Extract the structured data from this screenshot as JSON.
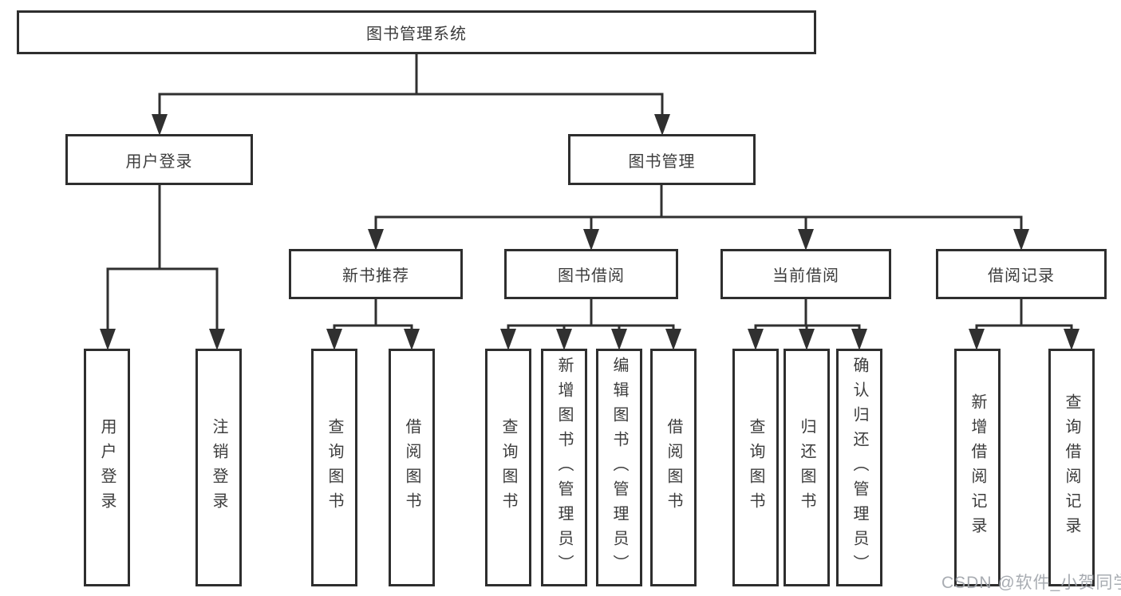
{
  "diagram": {
    "title": "图书管理系统",
    "branches": {
      "user_login": {
        "label": "用户登录",
        "children": [
          "用户登录",
          "注销登录"
        ]
      },
      "book_management": {
        "label": "图书管理",
        "sections": [
          {
            "label": "新书推荐",
            "children": [
              "查询图书",
              "借阅图书"
            ]
          },
          {
            "label": "图书借阅",
            "children": [
              "查询图书",
              "新增图书（管理员）",
              "编辑图书（管理员）",
              "借阅图书"
            ]
          },
          {
            "label": "当前借阅",
            "children": [
              "查询图书",
              "归还图书",
              "确认归还（管理员）"
            ]
          },
          {
            "label": "借阅记录",
            "children": [
              "新增借阅记录",
              "查询借阅记录"
            ]
          }
        ]
      }
    }
  },
  "watermark": "CSDN @软件_小贺同学",
  "colors": {
    "line": "#303030",
    "border": "#2e2e2e",
    "text": "#3c3c3c",
    "watermark": "#9ea3aa",
    "background": "#ffffff"
  }
}
